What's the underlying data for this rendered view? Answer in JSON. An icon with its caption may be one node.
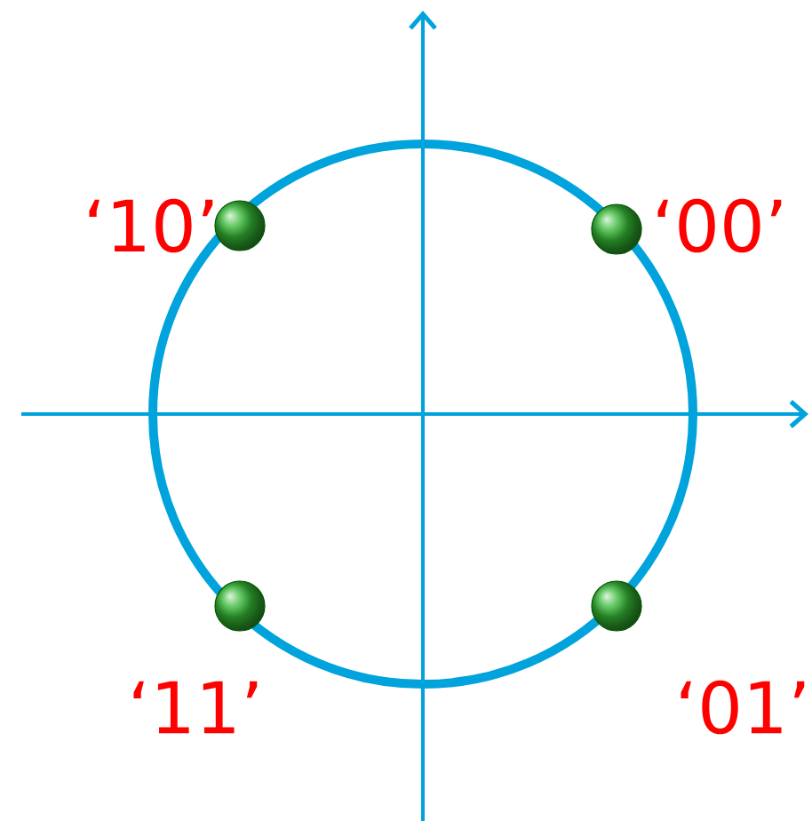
{
  "diagram": {
    "nodes": [
      {
        "text": [],
        "shape": "circle",
        "beside": [
          "‘10’"
        ]
      },
      {
        "text": [],
        "shape": "circle",
        "beside": [
          "‘00’"
        ]
      },
      {
        "text": [],
        "shape": "circle",
        "beside": [
          "‘11’"
        ]
      },
      {
        "text": [],
        "shape": "circle",
        "beside": [
          "‘01’"
        ]
      }
    ]
  }
}
